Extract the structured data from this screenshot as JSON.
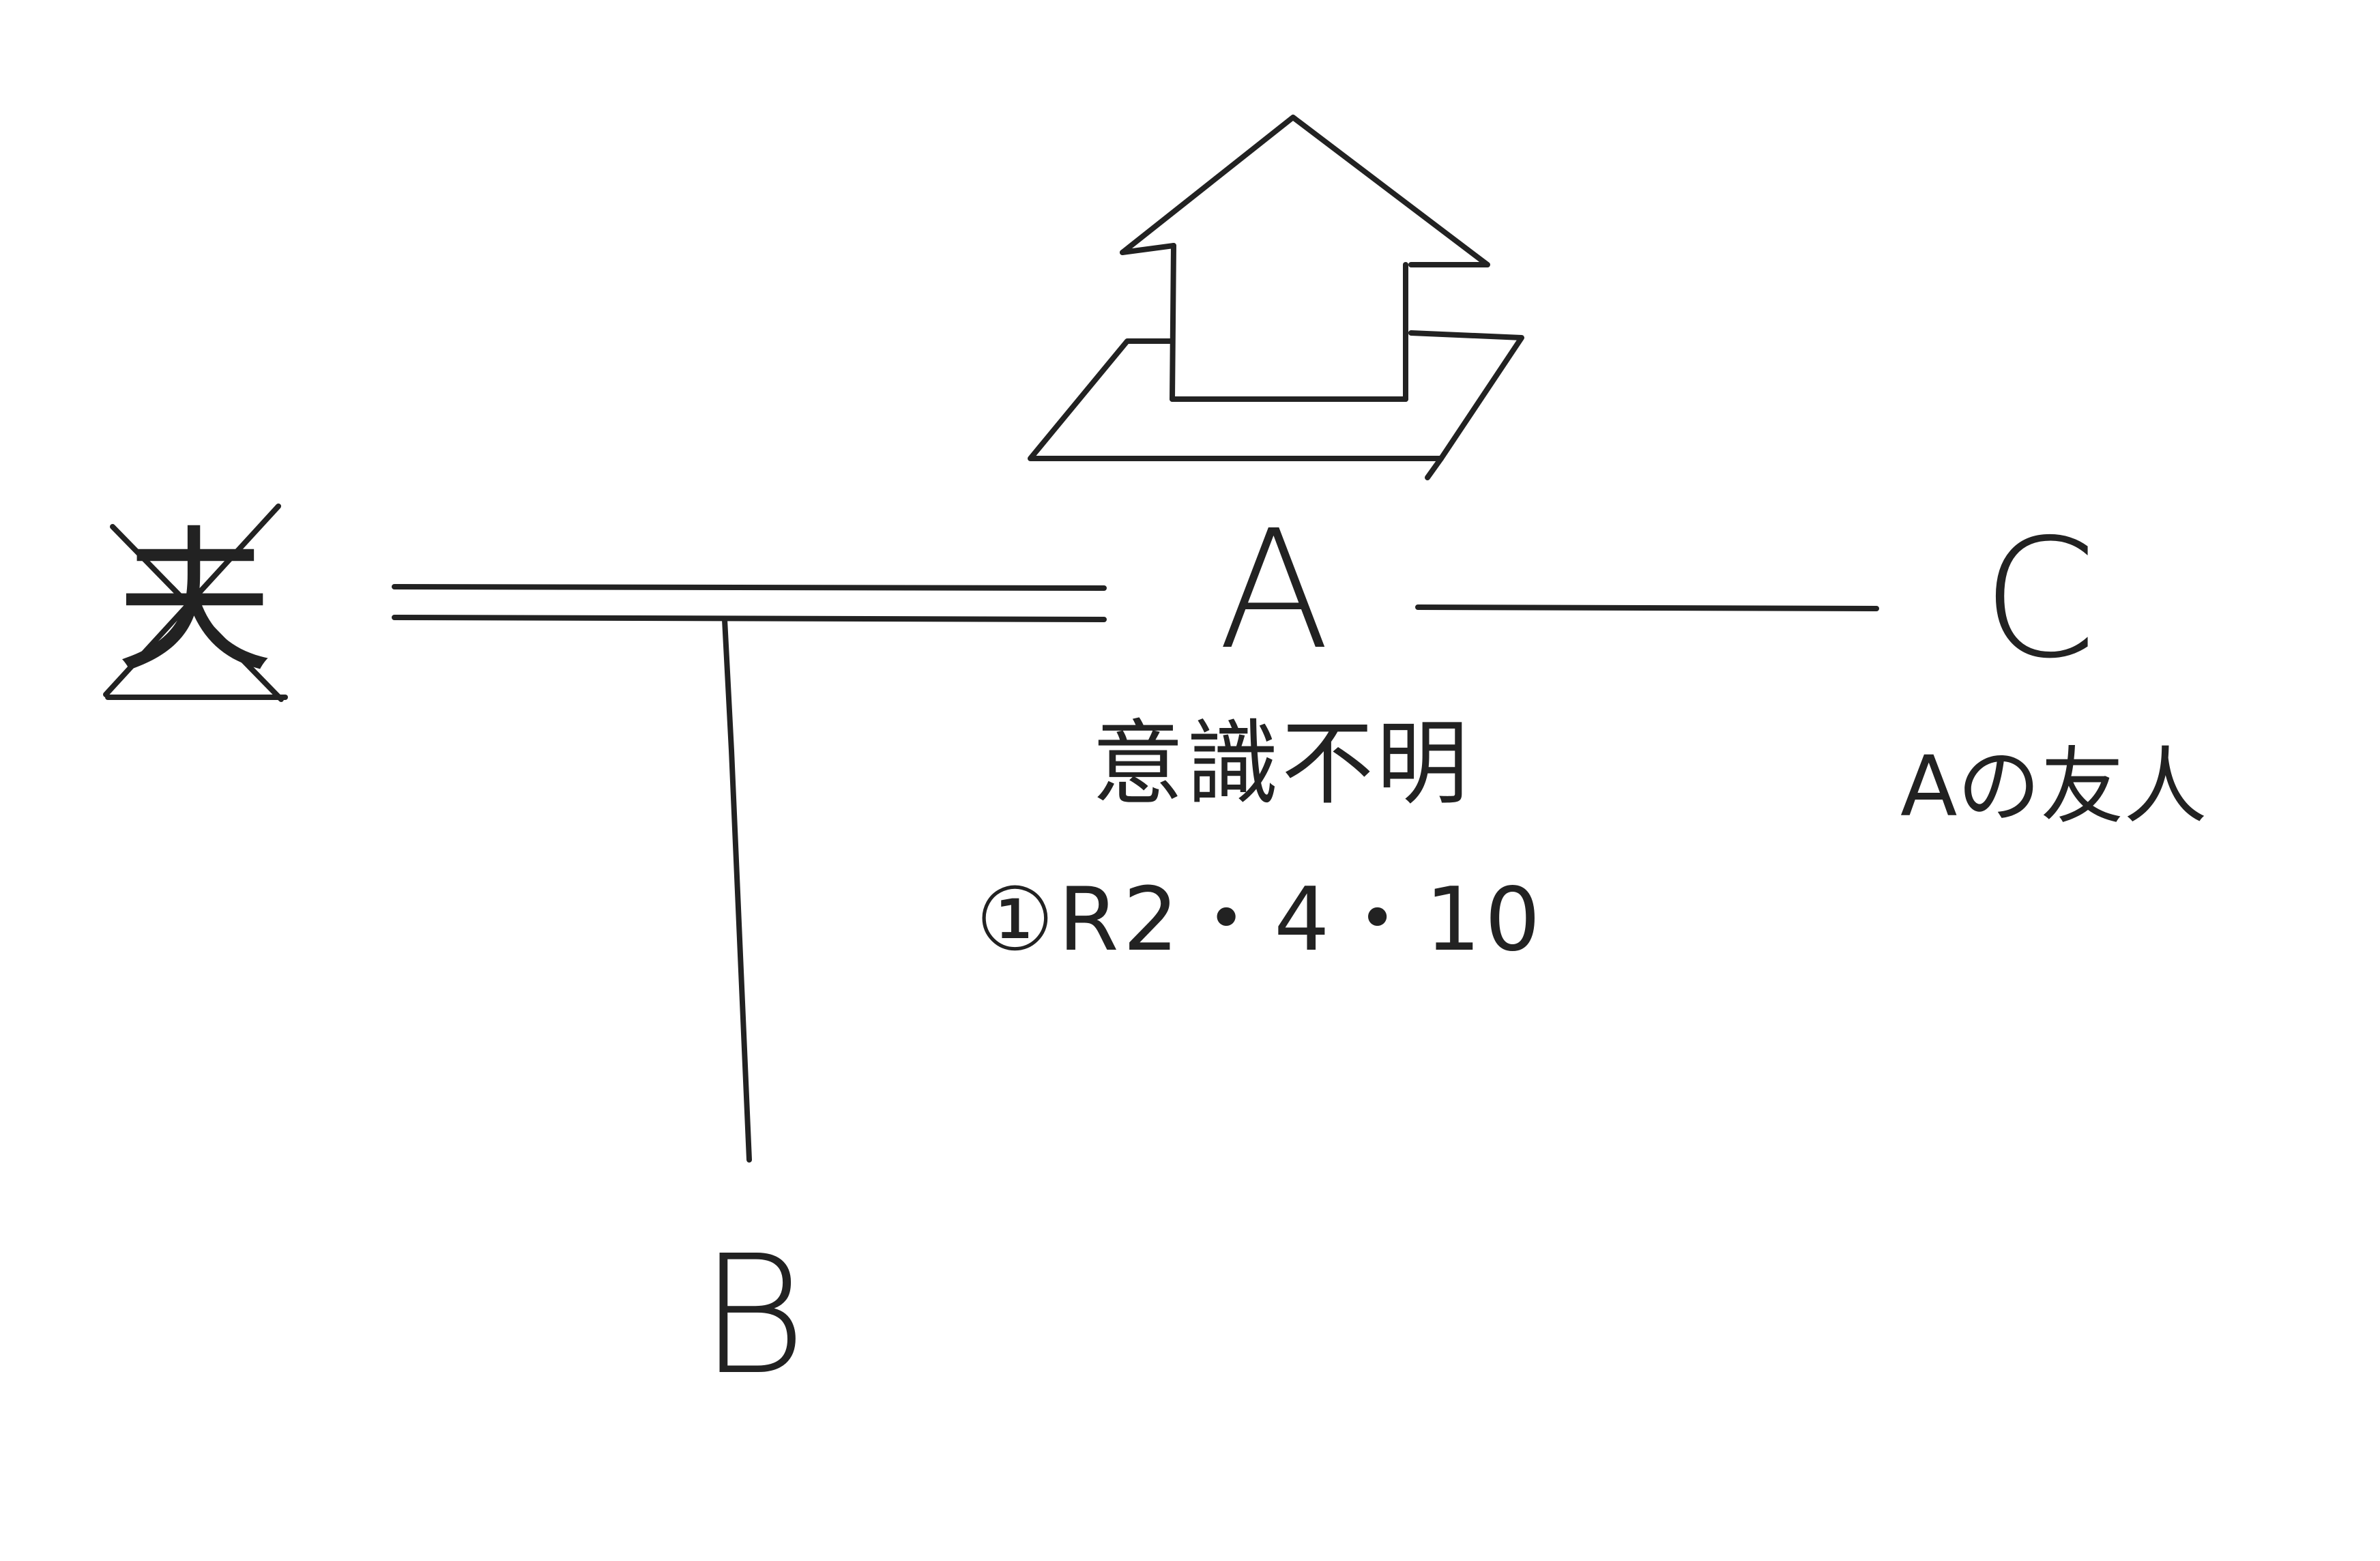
{
  "diagram": {
    "persons": {
      "deceased_spouse": {
        "label": "夫",
        "crossed_out": true
      },
      "a": {
        "label": "A"
      },
      "b": {
        "label": "B"
      },
      "c": {
        "label": "C"
      }
    },
    "notes": {
      "a_condition": "意識不明",
      "a_date": "①R2・4・10",
      "c_relation": "Aの友人"
    },
    "icons": {
      "house": "house-icon"
    },
    "colors": {
      "ink": "#222222",
      "background": "#ffffff"
    }
  }
}
